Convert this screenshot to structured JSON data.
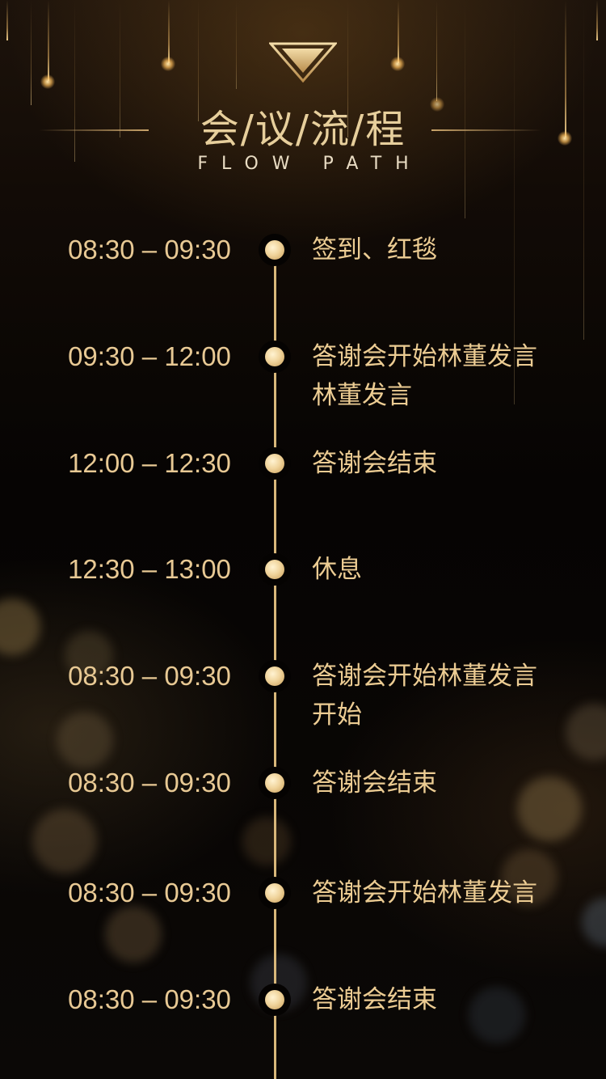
{
  "header": {
    "title": "会/议/流/程",
    "subtitle": "FLOW PATH"
  },
  "schedule": [
    {
      "time": "08:30 – 09:30",
      "event": "签到、红毯"
    },
    {
      "time": "09:30 – 12:00",
      "event": "答谢会开始林董发言\n林董发言"
    },
    {
      "time": "12:00 – 12:30",
      "event": "答谢会结束"
    },
    {
      "time": "12:30 – 13:00",
      "event": "休息"
    },
    {
      "time": "08:30 – 09:30",
      "event": "答谢会开始林董发言\n开始"
    },
    {
      "time": "08:30 – 09:30",
      "event": "答谢会结束"
    },
    {
      "time": "08:30 – 09:30",
      "event": "答谢会开始林董发言"
    },
    {
      "time": "08:30 – 09:30",
      "event": "答谢会结束"
    }
  ],
  "colors": {
    "gold": "#e8c994",
    "background": "#0a0604"
  },
  "icons": {
    "header_ornament": "inverted-triangle-icon",
    "timeline_node": "circle-dot-icon"
  }
}
